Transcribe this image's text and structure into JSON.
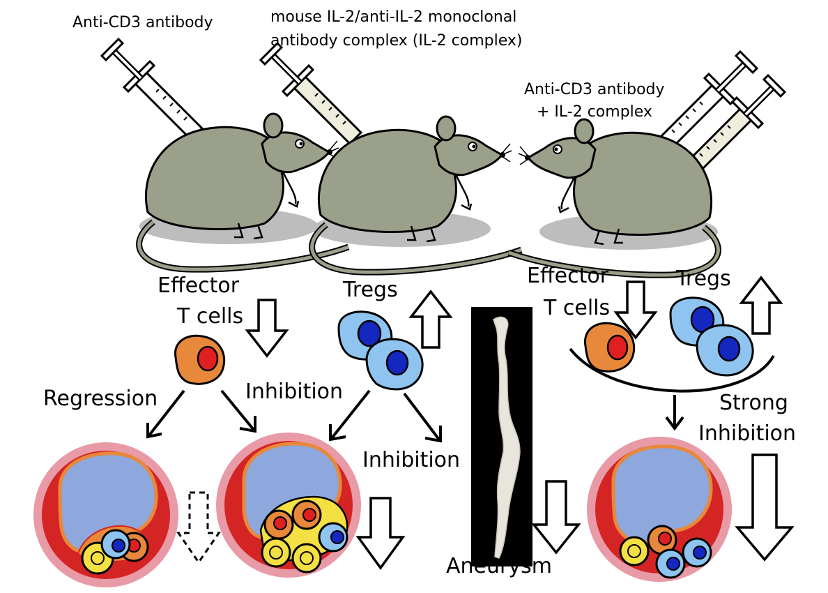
{
  "labels": {
    "anti_cd3_left": "Anti-CD3 antibody",
    "il2_complex_line1": "mouse IL-2/anti-IL-2 monoclonal",
    "il2_complex_line2": "antibody complex (IL-2 complex)",
    "combo_line1": "Anti-CD3 antibody",
    "combo_line2": "+ IL-2 complex",
    "effector_left_1": "Effector",
    "effector_left_2": "T cells",
    "tregs_mid": "Tregs",
    "regression": "Regression",
    "inhibition_upper": "Inhibition",
    "inhibition_lower": "Inhibition",
    "aneurysm": "Aneurysm",
    "effector_right_1": "Effector",
    "effector_right_2": "T cells",
    "tregs_right": "Tregs",
    "strong_1": "Strong",
    "strong_2": "Inhibition"
  },
  "colors": {
    "mouse_body": "#9ba08a",
    "mouse_shadow": "#bdbdbd",
    "effector_cell": "#e8883a",
    "effector_nucleus": "#e02020",
    "treg_cell": "#8ec4ef",
    "treg_nucleus": "#1428c0",
    "vessel_outer": "#e89aa6",
    "vessel_wall": "#d42424",
    "vessel_lumen": "#8ea7dc",
    "plaque": "#f4e042",
    "syringe_plain": "#ffffff",
    "syringe_filled": "#efeede",
    "aorta_background": "#000000"
  }
}
